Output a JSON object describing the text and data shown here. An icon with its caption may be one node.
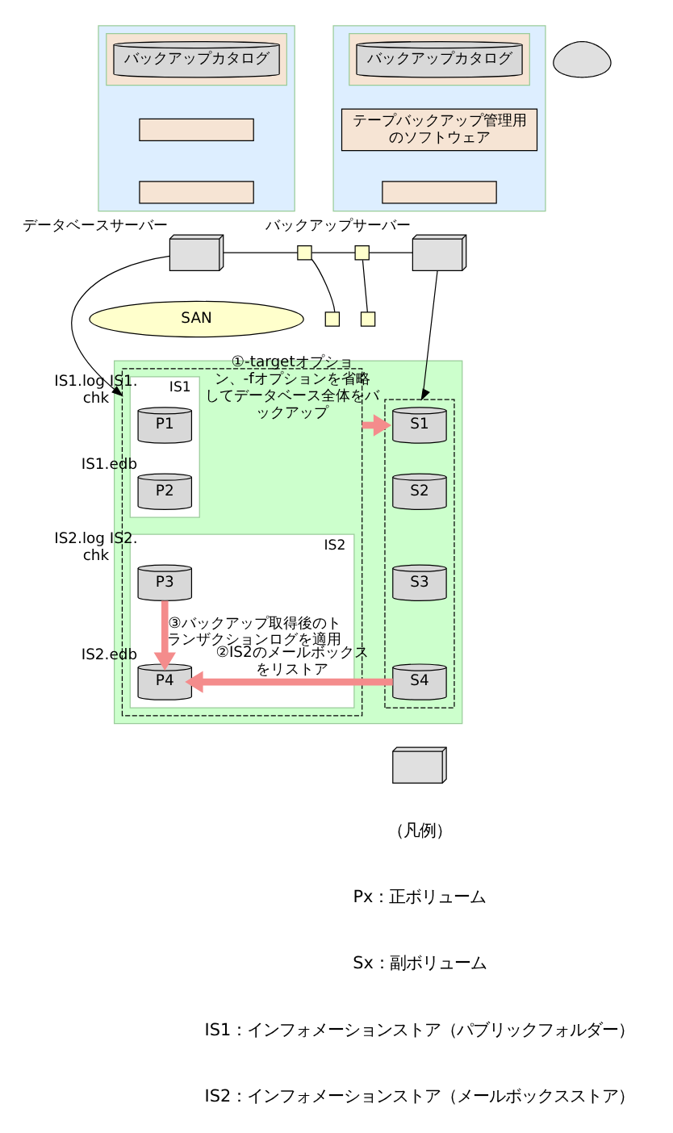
{
  "diagram": {
    "nodes": [
      {
        "text": [],
        "shape": "box"
      },
      {
        "text": [],
        "shape": "box",
        "in": 0
      },
      {
        "text": [
          "バックアップカタログ"
        ],
        "in": 1
      },
      {
        "text": [],
        "shape": "box",
        "in": 0
      },
      {
        "text": [],
        "shape": "box",
        "in": 0
      },
      {
        "text": [],
        "shape": "box"
      },
      {
        "text": [],
        "shape": "box",
        "in": 5
      },
      {
        "text": [
          "バックアップカタログ"
        ],
        "in": 6
      },
      {
        "text": [
          "テープバックアップ管理用のソフトウェア"
        ],
        "in": 5
      },
      {
        "text": [],
        "shape": "box",
        "in": 5
      },
      {
        "text": [],
        "shape": "server",
        "beside": [
          "データベースサーバー"
        ]
      },
      {
        "text": [],
        "shape": "person"
      },
      {
        "text": [],
        "shape": "server",
        "beside": [
          "バックアップサーバー"
        ]
      },
      {
        "text": [],
        "shape": "box"
      },
      {
        "text": [],
        "shape": "box"
      },
      {
        "text": [],
        "shape": "box"
      },
      {
        "text": [],
        "shape": "box"
      },
      {
        "text": [
          "SAN"
        ]
      },
      {
        "text": [],
        "shape": "box"
      },
      {
        "text": [],
        "shape": "box",
        "in": 18
      },
      {
        "text": [
          "IS1"
        ],
        "in": 19
      },
      {
        "text": [
          "P1"
        ],
        "in": 20,
        "beside": [
          "IS1.log IS1.chk"
        ]
      },
      {
        "text": [
          "P2"
        ],
        "in": 20,
        "beside": [
          "IS1.edb"
        ]
      },
      {
        "text": [
          "IS2"
        ],
        "in": 19
      },
      {
        "text": [
          "P3"
        ],
        "in": 23,
        "beside": [
          "IS2.log IS2.chk"
        ]
      },
      {
        "text": [
          "P4"
        ],
        "in": 23,
        "beside": [
          "IS2.edb"
        ]
      },
      {
        "text": [],
        "shape": "box",
        "in": 18
      },
      {
        "text": [
          "S1"
        ],
        "in": 26
      },
      {
        "text": [
          "S2"
        ],
        "in": 26
      },
      {
        "text": [
          "S3"
        ],
        "in": 26
      },
      {
        "text": [
          "S4"
        ],
        "in": 26
      },
      {
        "text": [],
        "shape": "storage"
      }
    ],
    "edges": [
      {
        "from": 10,
        "to": 13,
        "arrow": "none"
      },
      {
        "from": 13,
        "to": 15,
        "arrow": "none"
      },
      {
        "from": 15,
        "to": 12,
        "arrow": "none"
      },
      {
        "from": 13,
        "to": 14,
        "arrow": "none"
      },
      {
        "from": 15,
        "to": 16,
        "arrow": "none"
      },
      {
        "from": 10,
        "to": 19,
        "arrow": "to"
      },
      {
        "from": 12,
        "to": 26,
        "arrow": "to"
      },
      {
        "from": 19,
        "to": 26,
        "arrow": "to",
        "label": "①-targetオプション、-fオプションを省略してデータベース全体をバックアップ",
        "style": "thick",
        "color": "#f48c8c"
      },
      {
        "from": 24,
        "to": 25,
        "arrow": "to",
        "label": "③バックアップ取得後のトランザクションログを適用",
        "style": "thick",
        "color": "#f48c8c"
      },
      {
        "from": 30,
        "to": 25,
        "arrow": "to",
        "label": "②IS2のメールボックスをリストア",
        "style": "thick",
        "color": "#f48c8c"
      }
    ],
    "labels": [
      "（凡例）",
      "Px：正ボリューム",
      "Sx：副ボリューム",
      "IS1：インフォメーションストア（パブリックフォルダー）",
      "IS2：インフォメーションストア（メールボックスストア）"
    ]
  }
}
